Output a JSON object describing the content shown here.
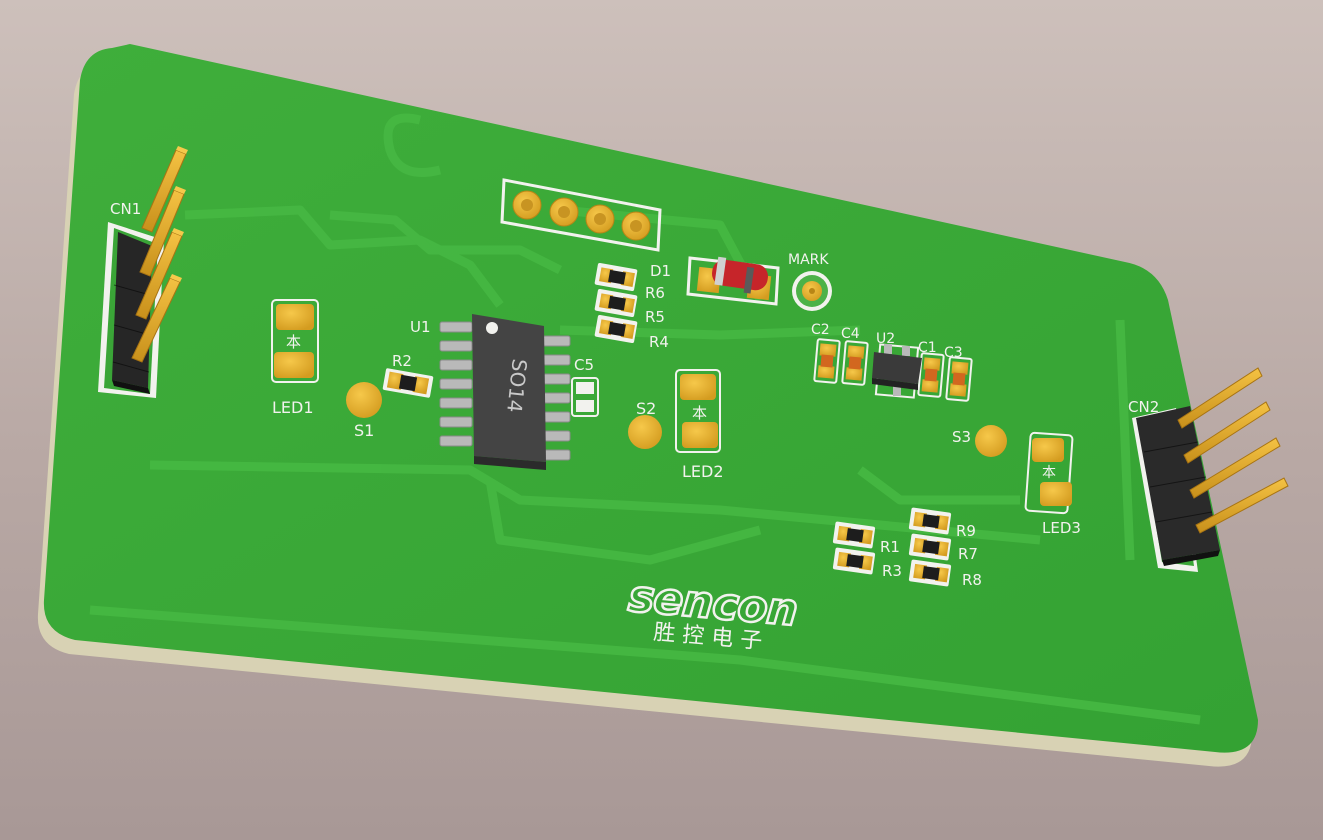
{
  "board": {
    "labels": {
      "cn1": "CN1",
      "cn2": "CN2",
      "d1": "D1",
      "mark": "MARK",
      "u1": "U1",
      "u1_package": "SO14",
      "u2": "U2",
      "r1": "R1",
      "r2": "R2",
      "r3": "R3",
      "r4": "R4",
      "r5": "R5",
      "r6": "R6",
      "r7": "R7",
      "r8": "R8",
      "r9": "R9",
      "c1": "C1",
      "c2": "C2",
      "c3": "C3",
      "c4": "C4",
      "c5": "C5",
      "s1": "S1",
      "s2": "S2",
      "s3": "S3",
      "led1": "LED1",
      "led2": "LED2",
      "led3": "LED3"
    },
    "logo": {
      "brand": "sencon",
      "chinese": "胜 控 电 子"
    }
  },
  "colors": {
    "board_green": "#3aa537",
    "copper_gold": "#e0a829",
    "silkscreen": "#f2f2ee",
    "ic_body": "#4a4a4a",
    "header_body": "#2b2b2b"
  }
}
